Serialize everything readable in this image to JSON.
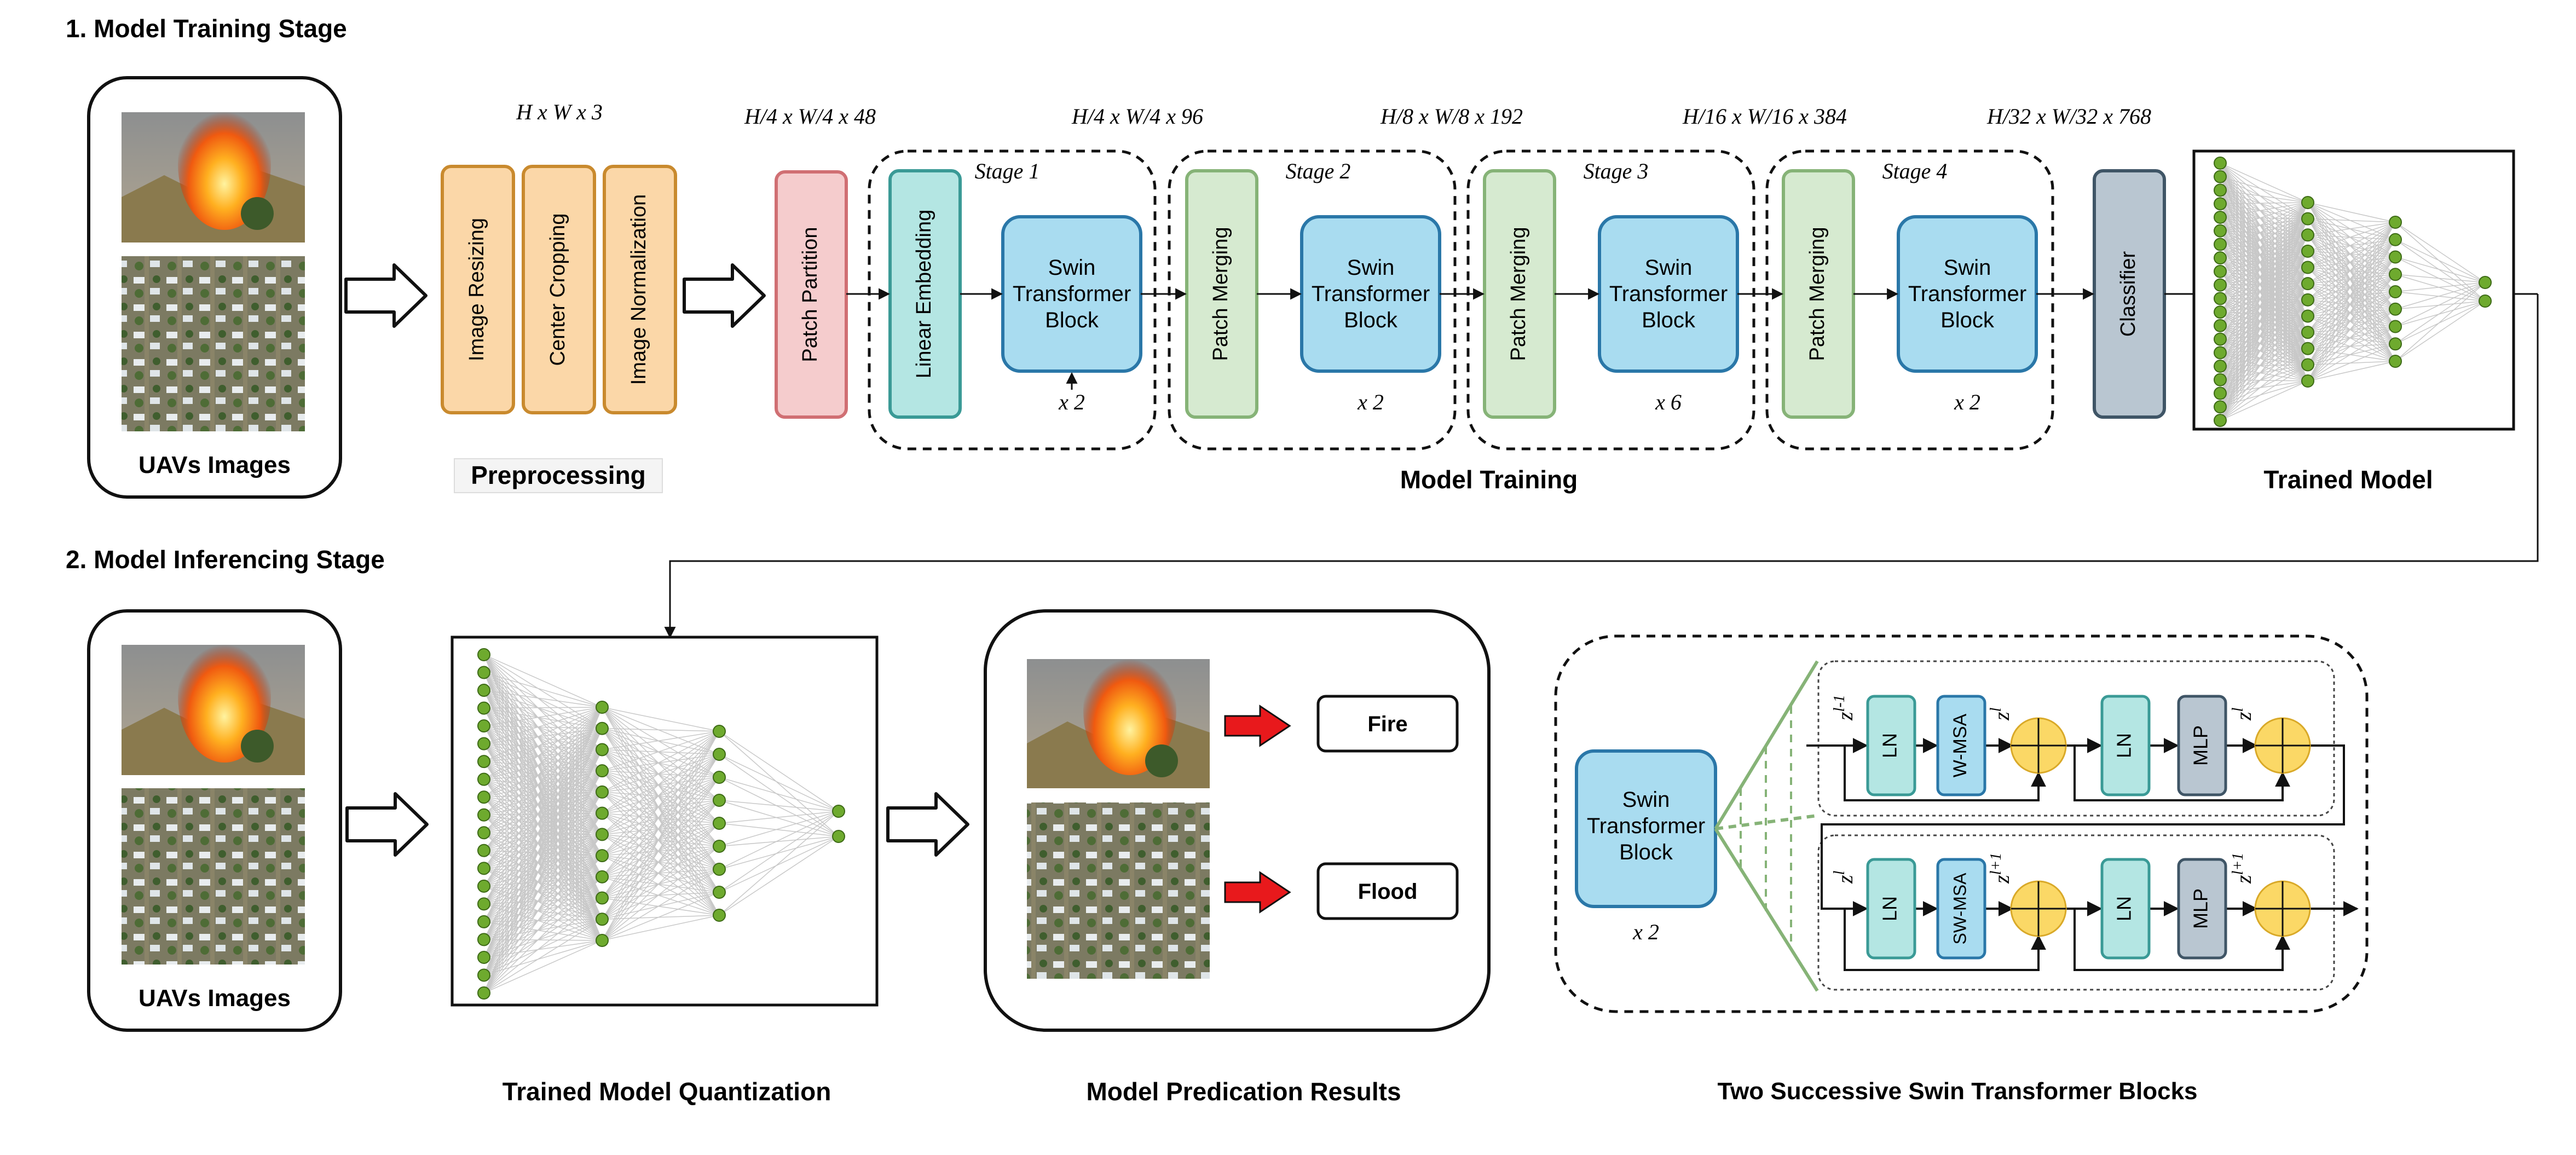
{
  "section1_title": "1. Model Training Stage",
  "section2_title": "2. Model Inferencing Stage",
  "uav_label_1": "UAVs Images",
  "uav_label_2": "UAVs Images",
  "preprocessing": {
    "title": "Preprocessing",
    "dim": "H x W x 3",
    "steps": [
      "Image Resizing",
      "Center Cropping",
      "Image Normalization"
    ]
  },
  "patch_partition": {
    "label": "Patch Partition",
    "dim": "H/4 x W/4 x 48"
  },
  "stages": [
    {
      "name": "Stage 1",
      "first": "Linear Embedding",
      "block": [
        "Swin",
        "Transformer",
        "Block"
      ],
      "repeat": "x 2",
      "dim": "H/4 x W/4 x 96"
    },
    {
      "name": "Stage 2",
      "first": "Patch Merging",
      "block": [
        "Swin",
        "Transformer",
        "Block"
      ],
      "repeat": "x 2",
      "dim": "H/8 x W/8 x 192"
    },
    {
      "name": "Stage 3",
      "first": "Patch Merging",
      "block": [
        "Swin",
        "Transformer",
        "Block"
      ],
      "repeat": "x 6",
      "dim": "H/16 x W/16 x 384"
    },
    {
      "name": "Stage 4",
      "first": "Patch Merging",
      "block": [
        "Swin",
        "Transformer",
        "Block"
      ],
      "repeat": "x 2",
      "dim": "H/32 x W/32 x 768"
    }
  ],
  "classifier": "Classifier",
  "model_training_title": "Model Training",
  "trained_model_title": "Trained Model",
  "quantization_title": "Trained Model Quantization",
  "prediction_title": "Model Predication Results",
  "swin_blocks_title": "Two Successive Swin Transformer Blocks",
  "results": [
    "Fire",
    "Flood"
  ],
  "swin_detail": {
    "block": [
      "Swin",
      "Transformer",
      "Block"
    ],
    "repeat": "x 2",
    "row1": {
      "ln1": "LN",
      "attn": "W-MSA",
      "ln2": "LN",
      "mlp": "MLP",
      "z_in": "z",
      "z_in_sup": "l-1",
      "z_mid": "z",
      "z_mid_sup": "l",
      "z_out": "z",
      "z_out_sup": "l"
    },
    "row2": {
      "ln1": "LN",
      "attn": "SW-MSA",
      "ln2": "LN",
      "mlp": "MLP",
      "z_in": "z",
      "z_in_sup": "l",
      "z_mid": "z",
      "z_mid_sup": "l+1",
      "z_out": "z",
      "z_out_sup": "l+1"
    }
  },
  "colors": {
    "preprocess_fill": "#fbd7a8",
    "preprocess_stroke": "#c98a2e",
    "patch_fill": "#f5cccd",
    "patch_stroke": "#d06f73",
    "embed_fill": "#b4e6e3",
    "embed_stroke": "#3a9a96",
    "swin_fill": "#a9dcf0",
    "swin_stroke": "#2a77a8",
    "merge_fill": "#d6ead0",
    "merge_stroke": "#86b377",
    "classifier_fill": "#b9c6d1",
    "classifier_stroke": "#3f5566",
    "node": "#6eaa2e",
    "arrow_red": "#e8191c",
    "sum_fill": "#fbd866"
  },
  "icons": [
    "wildfire-photo",
    "flood-photo",
    "hollow-arrow-icon",
    "red-arrow-icon",
    "neural-network-icon",
    "sum-node-icon"
  ]
}
